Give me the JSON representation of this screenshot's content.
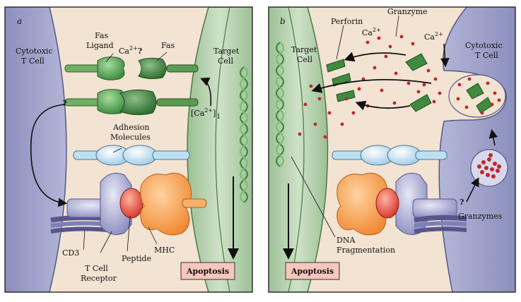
{
  "panel_a": {
    "letter": "a",
    "cytotoxic_line1": "Cytotoxic",
    "cytotoxic_line2": "T Cell",
    "target_line1": "Target",
    "target_line2": "Cell",
    "fas_ligand_line1": "Fas",
    "fas_ligand_line2": "Ligand",
    "fas": "Fas",
    "ca_question": "Ca",
    "ca_question_sup": "2+",
    "ca_question_mark": "?",
    "question_left": "?",
    "ca_conc": "[Ca",
    "ca_conc_sup": "2+",
    "ca_conc_close": "]",
    "ca_conc_sub": "i",
    "adhesion_line1": "Adhesion",
    "adhesion_line2": "Molecules",
    "cd3": "CD3",
    "tcr_line1": "T Cell",
    "tcr_line2": "Receptor",
    "peptide": "Peptide",
    "mhc": "MHC",
    "apoptosis": "Apoptosis"
  },
  "panel_b": {
    "letter": "b",
    "target_line1": "Target",
    "target_line2": "Cell",
    "perforin": "Perforin",
    "granzyme": "Granzyme",
    "ca_left": "Ca",
    "ca_left_sup": "2+",
    "ca_right": "Ca",
    "ca_right_sup": "2+",
    "cytotoxic_line1": "Cytotoxic",
    "cytotoxic_line2": "T Cell",
    "question": "?",
    "granzymes": "Granzymes",
    "dna_line1": "DNA",
    "dna_line2": "Fragmentation",
    "apoptosis": "Apoptosis"
  },
  "colors": {
    "panel_bg": "#f2e3d2",
    "tcell": "#9fa2c8",
    "target": "#a9c8a2",
    "fas_green": "#3f8a3f",
    "apoptosis_box": "#f7c6bd",
    "granzyme_dot": "#c0282a",
    "mhc": "#f59a45",
    "peptide": "#e6443a"
  }
}
